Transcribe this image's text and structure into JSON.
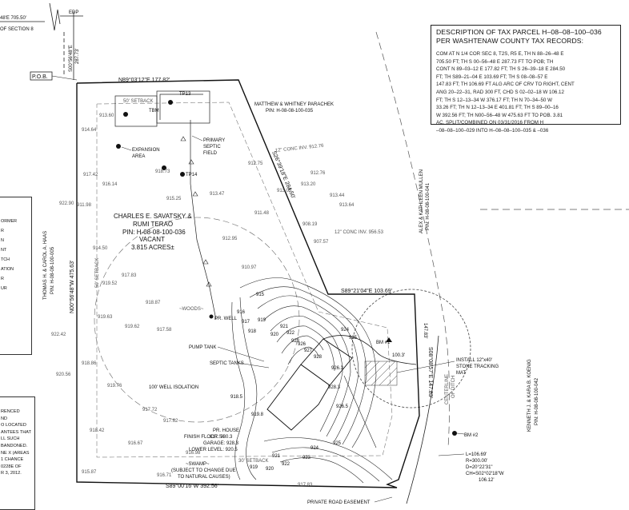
{
  "top_left": {
    "bearing_fragment": "48'E 705.50'",
    "section_note": "OF SECTION 8",
    "edp": "EDP",
    "tie_bearing": "S00°56'48\"E",
    "tie_distance": "287.73'",
    "pob": "P.O.B."
  },
  "description": {
    "title_line1": "DESCRIPTION OF TAX PARCEL H–08–08–100–036",
    "title_line2": "PER WASHTENAW COUNTY TAX RECORDS:",
    "body": "COM AT N 1/4 COR SEC 8, T2S, R5 E, TH N 88–26–48 E\n705.50 FT; TH S 00–56–48 E 287.73 FT TO POB; TH\nCONT N 89–03–12 E 177.82 FT; TH S 26–39–18 E 284.50\nFT; TH S89–21–04 E 103.69 FT; TH S 08–08–57 E\n147.83 FT; TH 106.69 FT ALG ARC OF CRV TO RIGHT, CENT\nANG 20–22–31, RAD 300 FT, CHD S 02–02–18 W 106.12\nFT; TH S 12–13–34 W 376.17 FT; TH N 70–34–50 W\n33.26 FT; TH N 12–13–34 E 401.81 FT; TH S 89–00–16\nW 392.56 FT; TH N00–56–48 W 475.63 FT TO POB. 3.81\nAC. SPLIT/COMBINED ON 03/31/2016 FROM H\n–08–08–100–029 INTO H–08–08–100–035 & –036"
  },
  "boundary": {
    "north": "N89°03'12\"E 177.82'",
    "northeast": "S26°39'18\"E 284.50'",
    "east_offset": "S89°21'04\"E 103.69'",
    "east": "S08°08'57\"E 147.83'",
    "south": "S89°00'16\"W 392.56'",
    "west": "N00°56'48\"W 475.63'"
  },
  "parcel": {
    "owner1": "CHARLES E. SAVATSKY &",
    "owner2": "RUMI TERAO",
    "pin": "PIN: H-08-08-100-036",
    "status": "VACANT",
    "area": "3.815 ACRES±"
  },
  "neighbors": {
    "north_name": "MATTHEW & WHITNEY PARACHEK",
    "north_pin": "PIN: H-08-08-100-035",
    "west_name": "THOMAS H. & CAROL A. HAAS",
    "west_pin": "PIN: H-08-08-100-005",
    "east_name": "ALEX & KATHLEEN MULLEN",
    "east_pin": "PIN: H-08-08-100-041",
    "southeast_name": "KENNETH J. & KARA B. KOENIG",
    "southeast_pin": "PIN: H-08-08-100-042"
  },
  "labels": {
    "expansion_area_1": "EXPANSION",
    "expansion_area_2": "AREA",
    "primary_septic_1": "PRIMARY",
    "primary_septic_2": "SEPTIC",
    "primary_septic_3": "FIELD",
    "well": "PR. WELL",
    "pump_tank": "PUMP TANK",
    "septic_tanks": "SEPTIC TANKS",
    "well_isolation": "100' WELL ISOLATION",
    "house": "PR. HOUSE",
    "finish_floor": "FINISH FLOOR: 930.3",
    "garage": "GARAGE: 928.3",
    "lower_level": "LOWER LEVEL: 920.5",
    "swamp": "~SWAMP~",
    "swamp_note1": "(SUBJECT TO CHANGE DUE",
    "swamp_note2": "TO NATURAL CAUSES)",
    "woods": "~WOODS~",
    "setback_west": "50' SETBACK",
    "setback_north": "50' SETBACK",
    "setback_south": "30' SETBACK",
    "private_road": "PRIVATE ROAD EASEMENT",
    "stone_mat_1": "INSTALL 12\"x40'",
    "stone_mat_2": "STONE TRACKING",
    "stone_mat_3": "MAT",
    "culvert_1": "12\" CONC INV. 912.76",
    "culvert_2": "12\" CONC INV. 956.53",
    "centerline_1": "CENTERLINE",
    "centerline_2": "OF DITCH",
    "bm1": "BM #1",
    "bm2": "BM #2",
    "curve_l": "L=106.69'",
    "curve_r": "R=300.00'",
    "curve_d": "D=20°22'31\"",
    "curve_ch": "CH=S02°02'18\"W",
    "curve_chd": "106.12'",
    "tbm": "TBM",
    "tp13": "TP13",
    "tp14": "TP14",
    "offset_dist": "100.3'",
    "parcel_offset": "147.83'"
  },
  "contours": [
    "915",
    "916",
    "917",
    "918",
    "919",
    "920",
    "921",
    "922",
    "923",
    "924",
    "925",
    "926",
    "927",
    "928",
    "918.5",
    "919.8",
    "926.3",
    "926.5",
    "928.3",
    "925",
    "924",
    "923",
    "922",
    "921",
    "920",
    "919"
  ],
  "spot_elevations": [
    "914.64",
    "913.60",
    "917.42",
    "911.98",
    "914.50",
    "916.14",
    "919.52",
    "917.83",
    "919.63",
    "919.62",
    "918.87",
    "917.58",
    "915.25",
    "918.73",
    "913.47",
    "912.95",
    "910.97",
    "911.48",
    "912.75",
    "913.03",
    "908.19",
    "907.57",
    "912.76",
    "913.20",
    "913.44",
    "913.64",
    "922.90",
    "922.42",
    "920.56",
    "918.86",
    "919.76",
    "917.72",
    "917.62",
    "918.42",
    "916.67",
    "916.98",
    "917.54",
    "915.87",
    "916.71",
    "917.83"
  ],
  "legend_fragments": [
    "ORMER",
    "R",
    "",
    "N",
    "NT",
    "",
    "TCH",
    "",
    "ATION",
    "R",
    "UR"
  ],
  "notes_fragments": [
    "RENCED",
    "",
    "",
    "ND",
    "O LOCATED",
    "ANTEES THAT",
    "LL SUCH",
    "BANDONED.",
    "",
    "NE X (AREAS",
    "1 CHANCE",
    "0228E OF",
    "R 3, 2012."
  ]
}
